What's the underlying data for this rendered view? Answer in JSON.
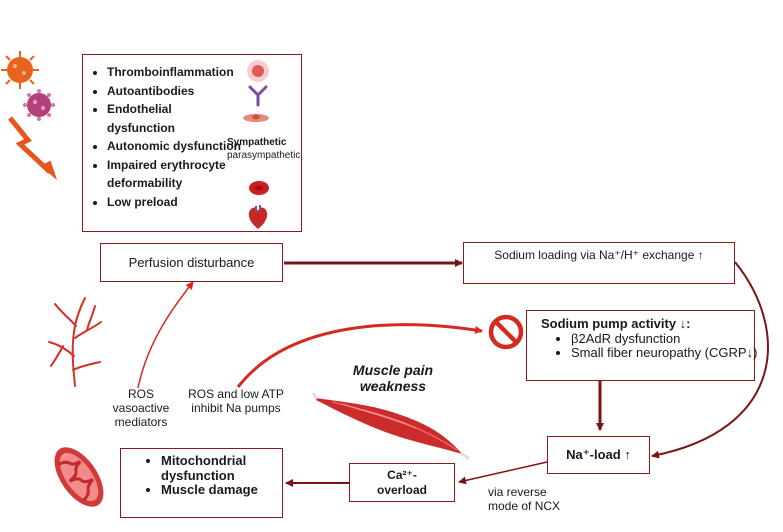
{
  "factors": {
    "items": [
      {
        "text": "Thromboinflammation"
      },
      {
        "text": "Autoantibodies"
      },
      {
        "text": "Endothelial dysfunction"
      },
      {
        "text": "Autonomic dysfunction"
      },
      {
        "text": "Impaired erythrocyte deformability"
      },
      {
        "text": "Low preload"
      }
    ],
    "sympathetic": "Sympathetic",
    "parasympathetic": "parasympathetic"
  },
  "nodes": {
    "perfusion": "Perfusion disturbance",
    "sodium_loading": "Sodium loading via Na⁺/H⁺ exchange ↑",
    "pump_title": "Sodium pump activity ↓:",
    "pump_items": [
      "β2AdR dysfunction",
      "Small fiber neuropathy (CGRP↓)"
    ],
    "na_load": "Na⁺-load ↑",
    "ca_overload_1": "Ca²⁺-",
    "ca_overload_2": "overload",
    "mito_items": [
      "Mitochondrial dysfunction",
      "Muscle damage"
    ]
  },
  "labels": {
    "ros_vaso": "ROS vasoactive mediators",
    "ros_atp": "ROS and low ATP inhibit Na pumps",
    "muscle": "Muscle pain weakness",
    "ncx": "via reverse mode of NCX"
  },
  "colors": {
    "dark_red": "#8b1a1a",
    "bright_red": "#d42a1f",
    "orange": "#e8541a"
  }
}
